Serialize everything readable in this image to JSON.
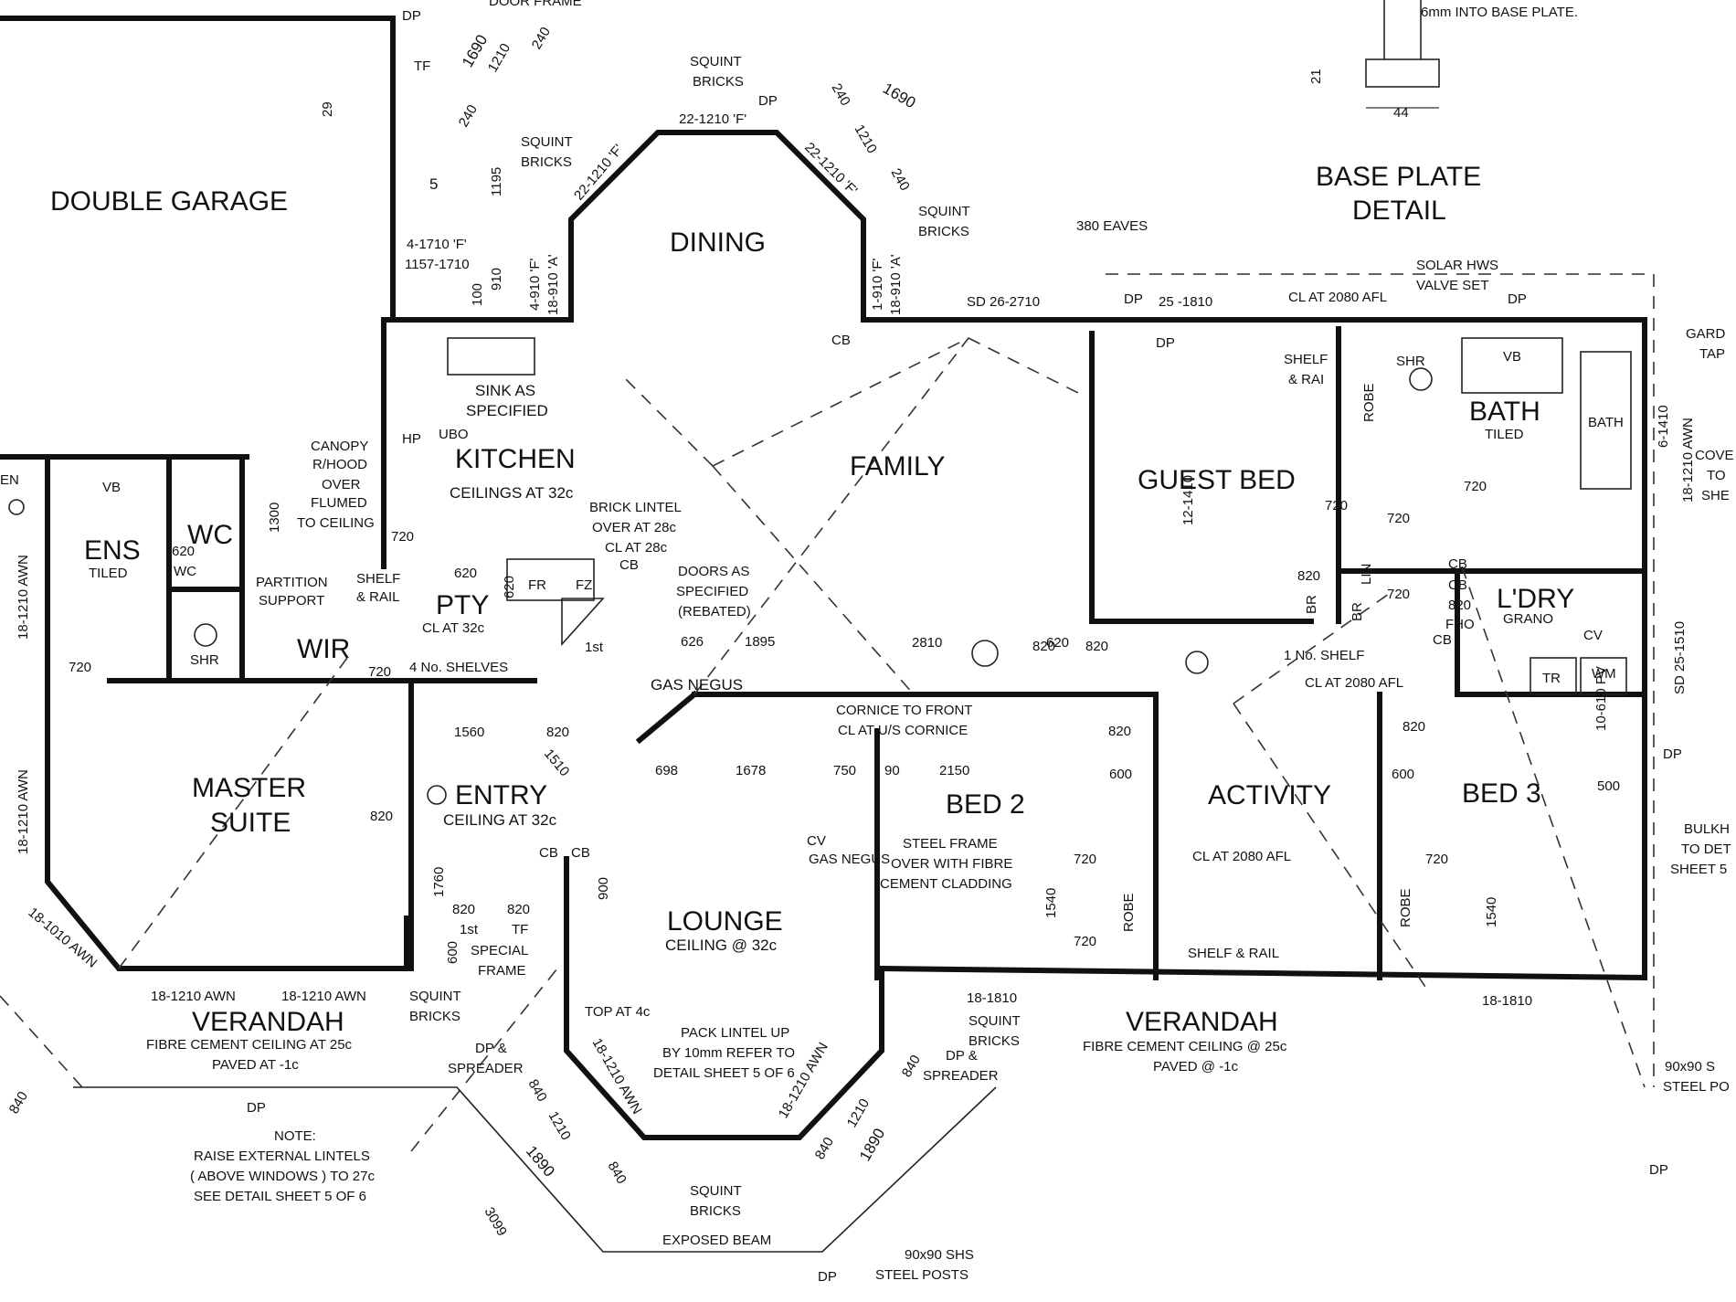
{
  "rooms": {
    "double_garage": "DOUBLE GARAGE",
    "dining": "DINING",
    "kitchen": "KITCHEN",
    "family": "FAMILY",
    "guest_bed": "GUEST BED",
    "bath": "BATH",
    "ens": "ENS",
    "wc": "WC",
    "wir": "WIR",
    "pty": "PTY",
    "master_suite_1": "MASTER",
    "master_suite_2": "SUITE",
    "entry": "ENTRY",
    "lounge": "LOUNGE",
    "bed2": "BED 2",
    "activity": "ACTIVITY",
    "bed3": "BED 3",
    "ldry": "L'DRY",
    "verandah_left": "VERANDAH",
    "verandah_right": "VERANDAH",
    "base_plate_1": "BASE PLATE",
    "base_plate_2": "DETAIL"
  },
  "notes": {
    "kitchen_ceiling": "CEILINGS AT 32c",
    "sink": "SINK AS",
    "sink2": "SPECIFIED",
    "ens_tiled": "TILED",
    "bath_tiled": "TILED",
    "ldry_grano": "GRANO",
    "entry_ceiling": "CEILING AT 32c",
    "lounge_ceiling": "CEILING @ 32c",
    "pty_ceiling": "CL AT 32c",
    "shelves": "4 No. SHELVES",
    "partition1": "PARTITION",
    "partition2": "SUPPORT",
    "shelf_rail": "SHELF",
    "shelf_rail2": "& RAIL",
    "canopy1": "CANOPY",
    "canopy2": "R/HOOD",
    "canopy3": "OVER",
    "canopy4": "FLUMED",
    "canopy5": "TO CEILING",
    "brick_lintel1": "BRICK LINTEL",
    "brick_lintel2": "OVER AT 28c",
    "brick_lintel3": "CL AT 28c",
    "doors1": "DOORS AS",
    "doors2": "SPECIFIED",
    "doors3": "(REBATED)",
    "gas_negus": "GAS NEGUS",
    "gas_negus2": "GAS NEGUS",
    "cornice1": "CORNICE TO FRONT",
    "cornice2": "CL AT U/S CORNICE",
    "steel1": "STEEL FRAME",
    "steel2": "OVER WITH FIBRE",
    "steel3": "CEMENT CLADDING",
    "cl_activity": "CL AT 2080 AFL",
    "shelf_rail_act": "SHELF & RAIL",
    "one_shelf": "1 No. SHELF",
    "cl_hall": "CL AT 2080 AFL",
    "cl_top": "CL AT 2080 AFL",
    "solar1": "SOLAR HWS",
    "solar2": "VALVE SET",
    "eaves": "380 EAVES",
    "squint_top": "SQUINT",
    "squint_top2": "BRICKS",
    "squint_left": "SQUINT",
    "squint_left2": "BRICKS",
    "squint_right": "SQUINT",
    "squint_right2": "BRICKS",
    "squint_bl": "SQUINT",
    "squint_bl2": "BRICKS",
    "squint_br": "SQUINT",
    "squint_br2": "BRICKS",
    "squint_b": "SQUINT",
    "squint_b2": "BRICKS",
    "special1": "SPECIAL",
    "special2": "FRAME",
    "ver_left1": "FIBRE CEMENT CEILING AT 25c",
    "ver_left2": "PAVED AT -1c",
    "ver_right1": "FIBRE CEMENT CEILING @ 25c",
    "ver_right2": "PAVED @ -1c",
    "pack1": "PACK LINTEL UP",
    "pack2": "BY 10mm REFER TO",
    "pack3": "DETAIL SHEET 5 OF 6",
    "top": "TOP AT 4c",
    "note_title": "NOTE:",
    "note1": "RAISE EXTERNAL LINTELS",
    "note2": "( ABOVE WINDOWS ) TO 27c",
    "note3": "SEE DETAIL SHEET 5 OF 6",
    "beam": "EXPOSED BEAM",
    "posts1": "90x90 SHS",
    "posts2": "STEEL POSTS",
    "dp_spreader1": "DP &",
    "dp_spreader2": "SPREADER",
    "dp_spreader3": "DP &",
    "dp_spreader4": "SPREADER",
    "door_frame": "DOOR FRAME",
    "base_note": "6mm INTO BASE PLATE.",
    "garden": "GARD",
    "tap": "TAP",
    "cove1": "COVE",
    "cove2": "TO",
    "cove3": "SHE",
    "bulk1": "BULKH",
    "bulk2": "TO DET",
    "bulk3": "SHEET 5",
    "sd_right": "SD 25-1510",
    "shs_right1": "90x90 S",
    "shs_right2": "STEEL PO"
  },
  "dims": {
    "d1690a": "1690",
    "d1690b": "1690",
    "d1890a": "1890",
    "d1890b": "1890",
    "d3099": "3099",
    "d2810": "2810",
    "d620": "620",
    "d626": "626",
    "d1895": "1895",
    "d1560": "1560",
    "d820a": "820",
    "d1510": "1510",
    "d698": "698",
    "d1678": "1678",
    "d750": "750",
    "d90": "90",
    "d2150": "2150",
    "d1300": "1300",
    "d1760": "1760",
    "d900": "900",
    "d1540a": "1540",
    "d1540b": "1540",
    "d1195": "1195",
    "d500": "500",
    "d600a": "600",
    "d600b": "600",
    "d600c": "600",
    "d1210a": "1210",
    "d1210b": "1210",
    "d1210c": "1210",
    "d1210d": "1210",
    "d240a": "240",
    "d240b": "240",
    "d240c": "240",
    "d240d": "240",
    "d840a": "840",
    "d840b": "840",
    "d840c": "840",
    "d840d": "840",
    "d720a": "720",
    "d720b": "720",
    "d720c": "720",
    "d720d": "720",
    "d720e": "720",
    "d720f": "720",
    "d720g": "720",
    "d720h": "720",
    "d720i": "720",
    "d820b": "820",
    "d820c": "820",
    "d820d": "820",
    "d820e": "820",
    "d820f": "820",
    "d820g": "820",
    "d820h": "820",
    "d820i": "820",
    "d44": "44",
    "d21": "21",
    "d29": "29",
    "d910": "910",
    "d100": "100"
  },
  "windows": {
    "w1": "18-1210 AWN",
    "w2": "18-1210 AWN",
    "w3": "18-1010 AWN",
    "w4": "18-1210 AWN",
    "w5": "18-1210 AWN",
    "w6": "18-1210 AWN",
    "w7": "18-1210 AWN",
    "w8": "18-1810",
    "w9": "18-1810",
    "w10": "22-1210 'F'",
    "w11": "22-1210 'F'",
    "w12": "22-1210 'F'",
    "w13": "4-910 'F'",
    "w14": "18-910 'A'",
    "w15": "1-910 'F'",
    "w16": "18-910 'A'",
    "w17": "4-1710 'F'",
    "w18": "1157-1710",
    "w19": "SD 26-2710",
    "w20": "25 -1810",
    "w21": "6-1410",
    "w22": "12-1410",
    "w23": "10-610 PV",
    "w24": "18-1210 AWN",
    "w25": "18-1210 AWN"
  },
  "codes": {
    "dp1": "DP",
    "dp2": "DP",
    "dp3": "DP",
    "dp4": "DP",
    "dp5": "DP",
    "dp6": "DP",
    "dp7": "DP",
    "dp8": "DP",
    "dp9": "DP",
    "cb1": "CB",
    "cb2": "CB",
    "cb3": "CB",
    "cb4": "CB",
    "cb5": "CB",
    "cb6": "CB",
    "cb7": "CB",
    "shr1": "SHR",
    "shr2": "SHR",
    "tf1": "TF",
    "tf2": "TF",
    "hp": "HP",
    "ubo": "UBO",
    "fr": "FR",
    "fz": "FZ",
    "robe1": "ROBE",
    "robe2": "ROBE",
    "robe3": "ROBE",
    "lin": "LIN",
    "br1": "BR",
    "br2": "BR",
    "tr": "TR",
    "wm": "WM",
    "cv1": "CV",
    "cv2": "CV",
    "fho": "FHO",
    "wc": "WC",
    "ens": "EN",
    "first1": "1st",
    "first2": "1st",
    "num5": "5",
    "shelf2": "SHELF",
    "rail2": "& RAI",
    "vb1": "VB",
    "vb2": "VB",
    "bath2": "BATH",
    "d620wc": "620",
    "d620k": "620",
    "d620pty": "620",
    "d820pty": "820",
    "d840": "840"
  }
}
